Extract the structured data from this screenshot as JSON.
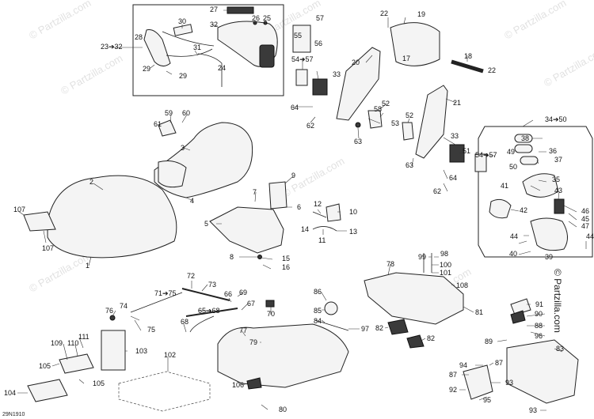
{
  "diagram_code": "29N1910",
  "brand": "© Partzilla.com",
  "watermarks": [
    "© Partzilla.com",
    "© Partzilla.com",
    "© Partzilla.com",
    "© Partzilla.com",
    "© Partzilla.com",
    "© Partzilla.com",
    "© Partzilla.com",
    "© Partzilla.com"
  ],
  "callouts": {
    "c27": "27",
    "c26": "26",
    "c25": "25",
    "c30": "30",
    "c32": "32",
    "c28": "28",
    "c2332": "23➔32",
    "c31": "31",
    "c24": "24",
    "c29a": "29",
    "c29b": "29",
    "c57": "57",
    "c55": "55",
    "c56": "56",
    "c5457a": "54➔57",
    "c22a": "22",
    "c19": "19",
    "c17": "17",
    "c20": "20",
    "c18": "18",
    "c22b": "22",
    "c33a": "33",
    "c64a": "64",
    "c62a": "62",
    "c63a": "63",
    "c52a": "52",
    "c58": "58",
    "c53": "53",
    "c52b": "52",
    "c21": "21",
    "c59": "59",
    "c60": "60",
    "c61": "61",
    "c3": "3",
    "c2": "2",
    "c4": "4",
    "c3450": "34➔50",
    "c38": "38",
    "c36": "36",
    "c37": "37",
    "c49": "49",
    "c50": "50",
    "c35": "35",
    "c41": "41",
    "c43": "43",
    "c46": "46",
    "c45": "45",
    "c47": "47",
    "c42": "42",
    "c44a": "44",
    "c44b": "44",
    "c40": "40",
    "c39": "39",
    "c33b": "33",
    "c51": "51",
    "c5457b": "54➔57",
    "c64b": "64",
    "c62b": "62",
    "c63b": "63",
    "c107a": "107",
    "c107b": "107",
    "c1": "1",
    "c9": "9",
    "c7": "7",
    "c6": "6",
    "c5": "5",
    "c8": "8",
    "c15": "15",
    "c16": "16",
    "c12": "12",
    "c10": "10",
    "c14": "14",
    "c13": "13",
    "c11": "11",
    "c99": "99",
    "c98": "98",
    "c100": "100",
    "c101": "101",
    "c78": "78",
    "c108": "108",
    "c81": "81",
    "c82a": "82",
    "c82b": "82",
    "c72": "72",
    "c73": "73",
    "c7175": "71➔75",
    "c74": "74",
    "c75": "75",
    "c76": "76",
    "c69": "69",
    "c66": "66",
    "c67": "67",
    "c6568": "65➔68",
    "c68": "68",
    "c70": "70",
    "c86": "86",
    "c85": "85",
    "c84": "84",
    "c97": "97",
    "c77": "77",
    "c79": "79",
    "c106": "106",
    "c80": "80",
    "c111": "111",
    "c109": "109",
    "c110": "110",
    "c103": "103",
    "c105a": "105",
    "c105b": "105",
    "c102": "102",
    "c104": "104",
    "c91": "91",
    "c90": "90",
    "c88": "88",
    "c89": "89",
    "c96": "96",
    "c83": "83",
    "c94": "94",
    "c87a": "87",
    "c87b": "87",
    "c92": "92",
    "c93a": "93",
    "c93b": "93",
    "c95": "95"
  }
}
